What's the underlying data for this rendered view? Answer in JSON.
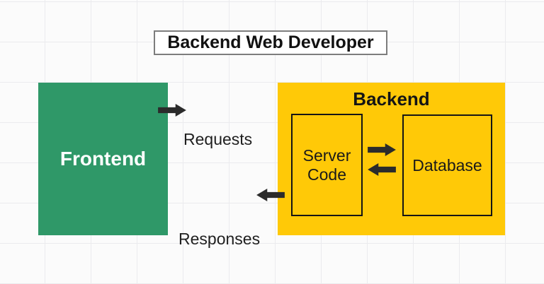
{
  "diagram": {
    "title": "Backend Web Developer",
    "frontend": {
      "label": "Frontend"
    },
    "backend": {
      "label": "Backend",
      "server_code": {
        "label": "Server Code"
      },
      "database": {
        "label": "Database"
      }
    },
    "flows": {
      "requests": {
        "label": "Requests",
        "direction": "right",
        "from": "Frontend",
        "to": "Backend"
      },
      "responses": {
        "label": "Responses",
        "direction": "left",
        "from": "Backend",
        "to": "Frontend"
      },
      "server_to_database": {
        "direction": "right",
        "from": "Server Code",
        "to": "Database"
      },
      "database_to_server": {
        "direction": "left",
        "from": "Database",
        "to": "Server Code"
      }
    },
    "colors": {
      "frontend_fill": "#2F9868",
      "frontend_text": "#FFFFFF",
      "backend_fill": "#FFC907",
      "arrow": "#2B2B2B",
      "background": "#FBFBFB",
      "grid_line": "#EBEBEE",
      "title_background": "#FFFFFF",
      "title_border": "#7D7D7D",
      "inner_box_border": "#151515",
      "text": "#1A1A1A"
    }
  }
}
